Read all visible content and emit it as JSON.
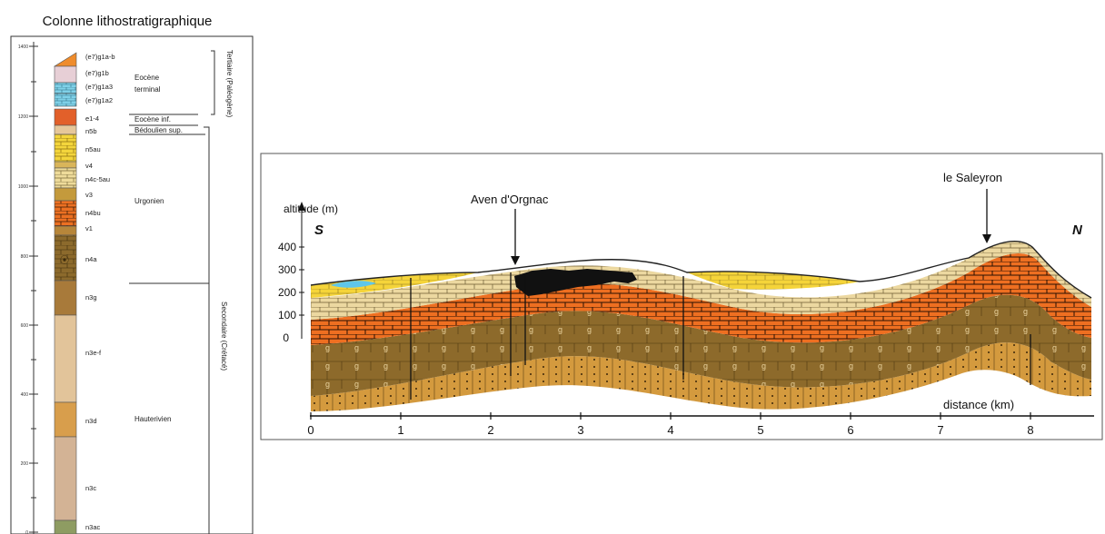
{
  "column": {
    "title": "Colonne lithostratigraphique",
    "scale_ticks": [
      "1400",
      "1200",
      "1000",
      "800",
      "600",
      "400",
      "200",
      "0"
    ],
    "unit_labels": [
      "(e7)g1a-b",
      "(e7)g1b",
      "(e7)g1a3",
      "(e7)g1a2",
      "e1-4",
      "n5b",
      "n5au",
      "v4",
      "n4c-5au",
      "v3",
      "n4bu",
      "v1",
      "n4a",
      "n3g",
      "n3e-f",
      "n3d",
      "n3c",
      "n3ac"
    ],
    "stage_labels": [
      "Eocène terminal",
      "Eocène inf.",
      "Bédoulien sup.",
      "Urgonien",
      "Hauterivien"
    ],
    "era_labels": [
      "Tertiaire (Paléogène)",
      "Secondaire (Crétacé)"
    ]
  },
  "section": {
    "y_axis_label": "altitude (m)",
    "y_ticks": [
      "400",
      "300",
      "200",
      "100",
      "0"
    ],
    "x_axis_label": "distance (km)",
    "x_ticks": [
      "0",
      "1",
      "2",
      "3",
      "4",
      "5",
      "6",
      "7",
      "8"
    ],
    "south_label": "S",
    "north_label": "N",
    "annotations": [
      "Aven d'Orgnac",
      "le Saleyron"
    ]
  }
}
